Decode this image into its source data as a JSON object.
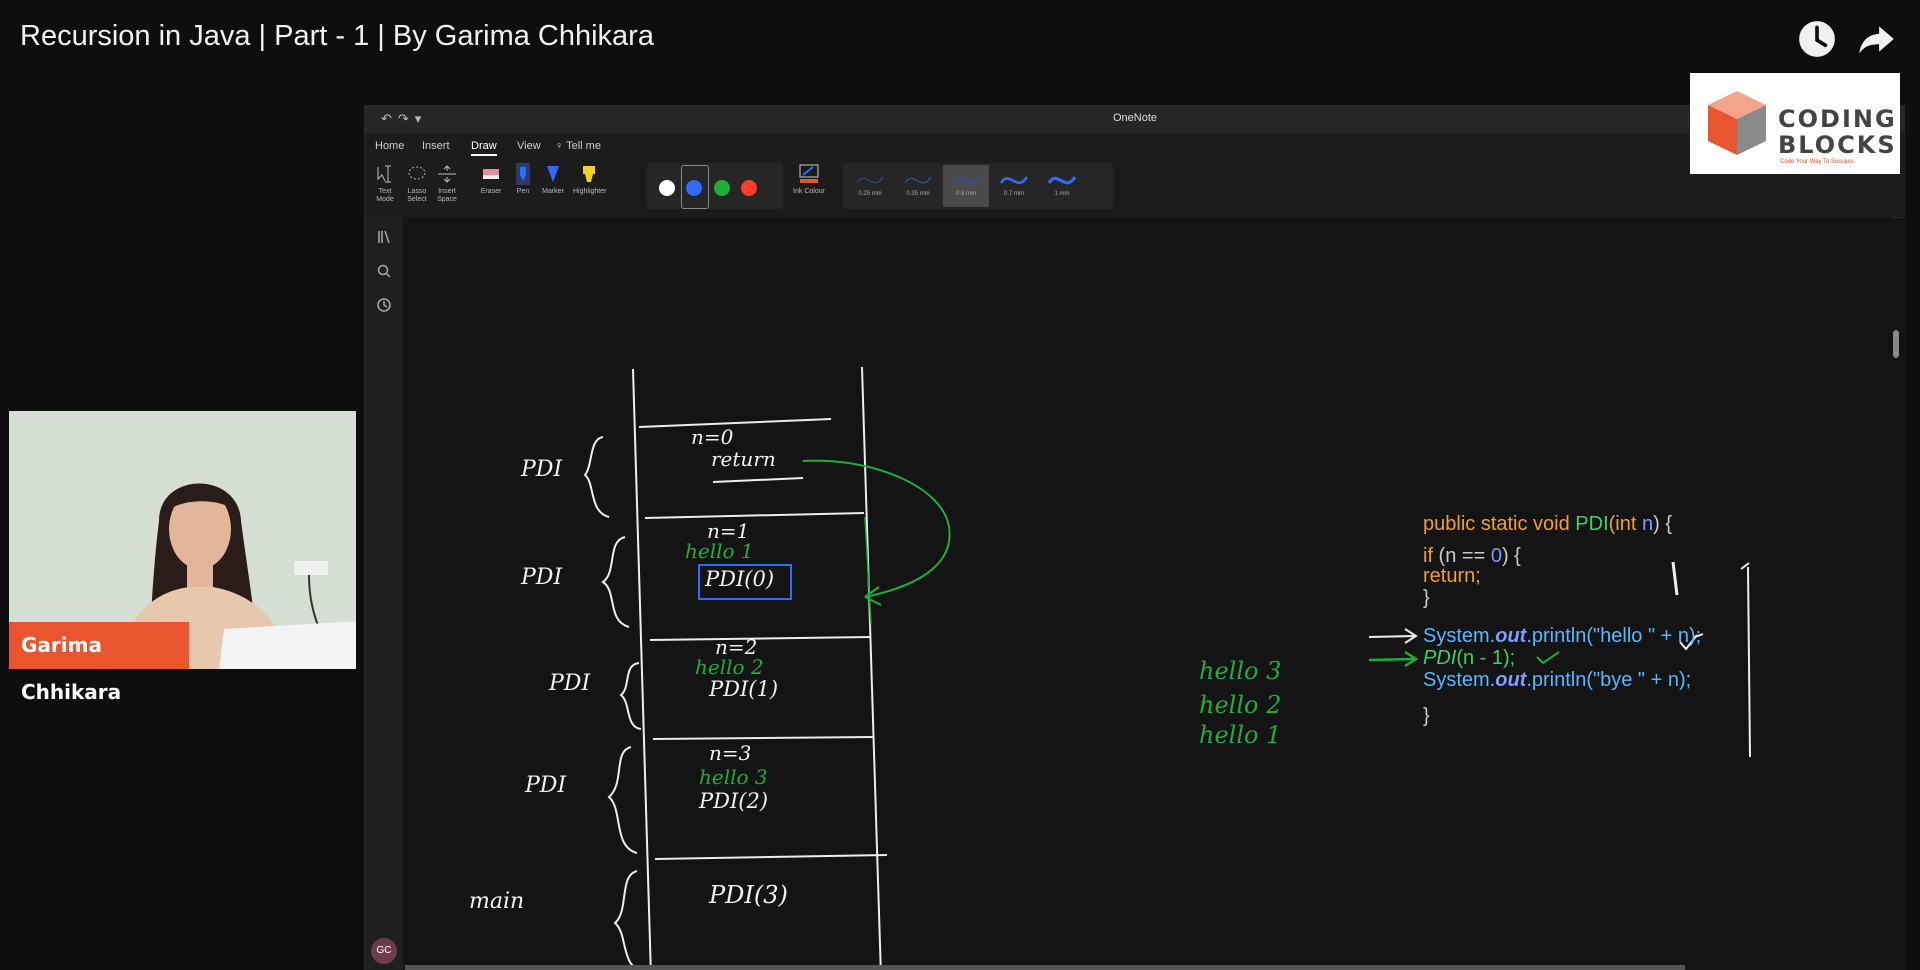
{
  "video": {
    "title": "Recursion in Java | Part - 1 | By Garima Chhikara"
  },
  "icons": {
    "watch_later": "clock-icon",
    "share": "share-arrow-icon"
  },
  "onenote": {
    "app_title": "OneNote",
    "tabs": [
      {
        "label": "Home"
      },
      {
        "label": "Insert"
      },
      {
        "label": "Draw",
        "active": true
      },
      {
        "label": "View"
      },
      {
        "label": "Tell me"
      }
    ],
    "tools": [
      {
        "label": "Text Mode"
      },
      {
        "label": "Lasso Select"
      },
      {
        "label": "Insert Space"
      },
      {
        "label": "Eraser"
      },
      {
        "label": "Pen"
      },
      {
        "label": "Marker"
      },
      {
        "label": "Highlighter"
      },
      {
        "label": "Ink Colour"
      }
    ],
    "colors": [
      "#ffffff",
      "#2f6bff",
      "#1fae3a",
      "#ff3b2a"
    ],
    "selected_color": "#2f6bff",
    "thickness": [
      {
        "label": "0.25 mm"
      },
      {
        "label": "0.35 mm"
      },
      {
        "label": "0.5 mm",
        "selected": true
      },
      {
        "label": "0.7 mm"
      },
      {
        "label": "1 mm"
      }
    ],
    "user_initials": "GC"
  },
  "logo": {
    "line1": "CODING",
    "line2": "BLOCKS",
    "tagline": "Code Your Way To Success"
  },
  "presenter": {
    "name": "Garima Chhikara"
  },
  "notes": {
    "stack": {
      "frames": [
        {
          "label": "PDI",
          "top": "n=0",
          "line2": "return"
        },
        {
          "label": "PDI",
          "top": "n=1",
          "line2": "hello 1",
          "line3": "PDI(0)"
        },
        {
          "label": "PDI",
          "top": "n=2",
          "line2": "hello 2",
          "line3": "PDI(1)"
        },
        {
          "label": "PDI",
          "top": "n=3",
          "line2": "hello 3",
          "line3": "PDI(2)"
        },
        {
          "label": "main",
          "line3": "PDI(3)"
        }
      ]
    },
    "output": [
      "hello 3",
      "hello 2",
      "hello 1"
    ],
    "code": {
      "signature_prefix": "public static void ",
      "signature_method": "PDI",
      "signature_params_open": "(int ",
      "signature_param": "n",
      "signature_params_close": ") {",
      "if_line_kw": "if",
      "if_line_rest": " (n == ",
      "if_line_zero": "0",
      "if_line_end": ") {",
      "return_line": "return;",
      "close_if": "}",
      "print_hello_prefix": "System.",
      "print_hello_out": "out",
      "print_hello_rest": ".println(\"hello \" + n);",
      "recursive_call": "PDI",
      "recursive_call_args": "(n - 1);",
      "print_bye_prefix": "System.",
      "print_bye_out": "out",
      "print_bye_rest": ".println(\"bye \" +  n);",
      "close_method": "}"
    }
  }
}
